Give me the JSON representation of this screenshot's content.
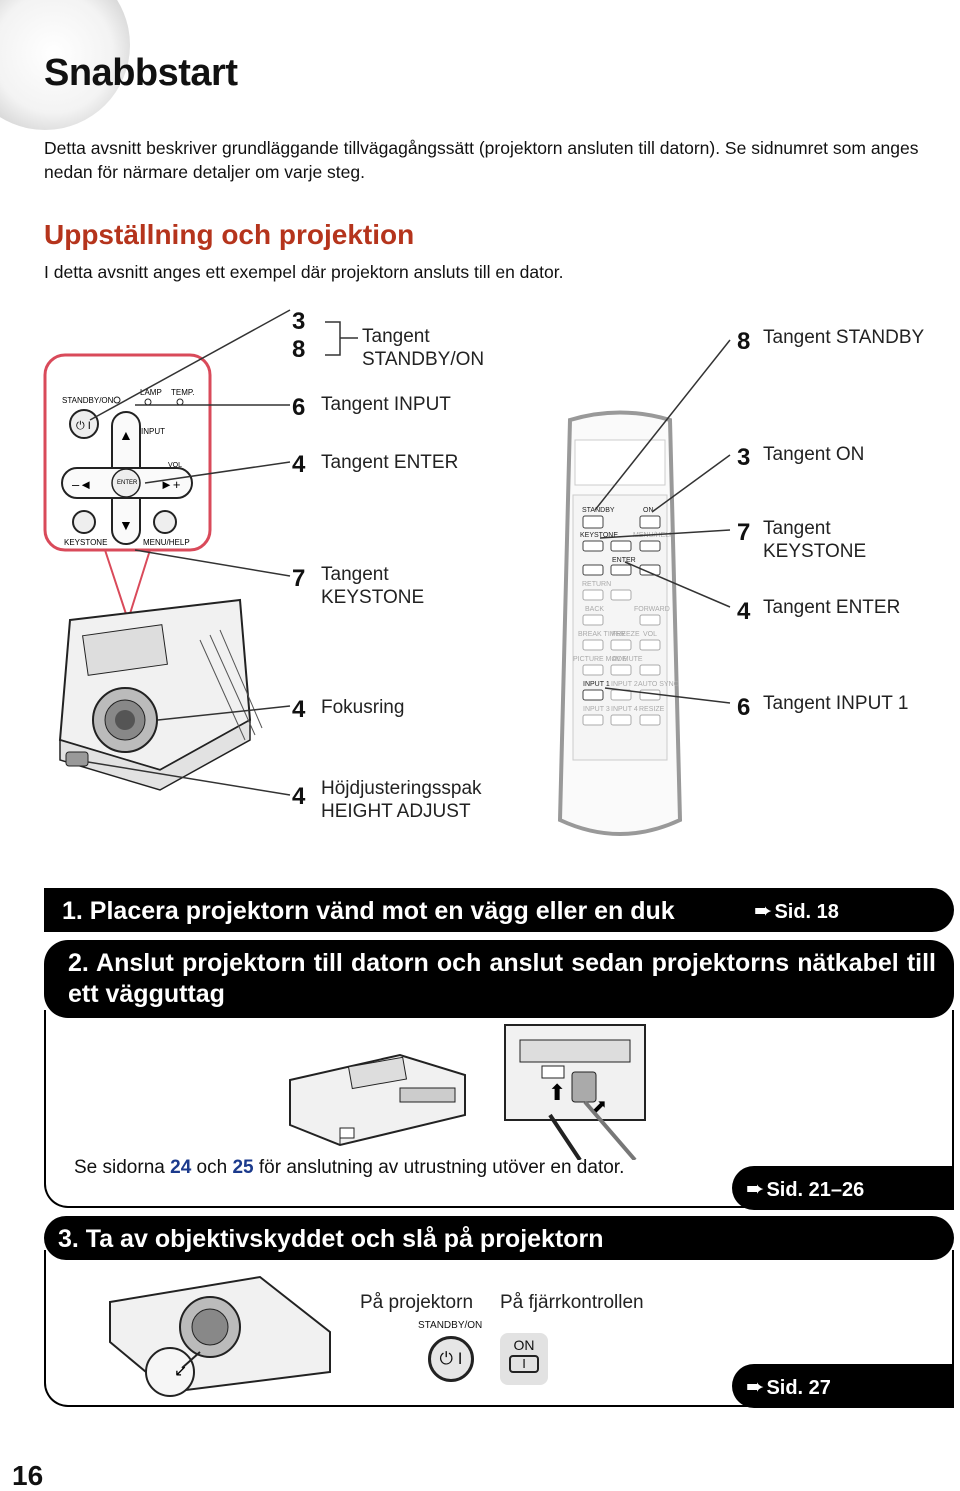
{
  "page": {
    "title": "Snabbstart",
    "intro": "Detta avsnitt beskriver grundläggande tillvägagångssätt (projektorn ansluten till datorn). Se sidnumret som anges nedan för närmare detaljer om varje steg.",
    "section_title": "Uppställning och projektion",
    "section_intro": "I detta avsnitt anges ett exempel där projektorn ansluts till en dator.",
    "page_number": "16"
  },
  "callouts_left": [
    {
      "num": "3",
      "label": ""
    },
    {
      "num": "8",
      "label": ""
    },
    {
      "num": "6",
      "label": "Tangent INPUT"
    },
    {
      "num": "4",
      "label": "Tangent ENTER"
    },
    {
      "num": "7",
      "label": "Tangent KEYSTONE"
    },
    {
      "num": "4",
      "label": "Fokusring"
    },
    {
      "num": "4",
      "label": "Höjdjusteringsspak HEIGHT ADJUST"
    }
  ],
  "standby_on_label": "Tangent STANDBY/ON",
  "callouts_right": [
    {
      "num": "8",
      "label": "Tangent STANDBY"
    },
    {
      "num": "3",
      "label": "Tangent ON"
    },
    {
      "num": "7",
      "label": "Tangent KEYSTONE"
    },
    {
      "num": "4",
      "label": "Tangent ENTER"
    },
    {
      "num": "6",
      "label": "Tangent INPUT 1"
    }
  ],
  "panel_labels": {
    "standby_on": "STANDBY/ON",
    "lamp": "LAMP",
    "temp": "TEMP.",
    "input": "INPUT",
    "vol": "VOL",
    "enter": "ENTER",
    "keystone": "KEYSTONE",
    "menu_help": "MENU/HELP"
  },
  "remote_labels": {
    "standby": "STANDBY",
    "on": "ON",
    "keystone": "KEYSTONE",
    "menu_help": "MENU/HELP",
    "enter": "ENTER",
    "return": "RETURN",
    "back": "BACK",
    "forward": "FORWARD",
    "break_timer": "BREAK TIMER",
    "freeze": "FREEZE",
    "vol": "VOL",
    "picture_mode": "PICTURE MODE",
    "av_mute": "AV MUTE",
    "input1": "INPUT 1",
    "input2": "INPUT 2",
    "auto_sync": "AUTO SYNC",
    "input3": "INPUT 3",
    "input4": "INPUT 4",
    "resize": "RESIZE"
  },
  "steps": [
    {
      "title": "1. Placera projektorn vänd mot en vägg eller en duk",
      "ref": "Sid. 18"
    },
    {
      "title": "2. Anslut projektorn till datorn och anslut sedan projektorns nätkabel till ett vägguttag",
      "ref": "Sid. 21–26"
    },
    {
      "title": "3. Ta av objektivskyddet och slå på projektorn",
      "ref": "Sid. 27"
    }
  ],
  "step2_note": {
    "pre": "Se sidorna ",
    "p1": "24",
    "mid": " och ",
    "p2": "25",
    "post": " för anslutning av utrustning utöver en dator."
  },
  "step3": {
    "on_projector": "På projektorn",
    "on_remote": "På fjärrkontrollen",
    "standby_on": "STANDBY/ON",
    "on": "ON"
  },
  "colors": {
    "accent_red": "#b5341c",
    "panel_outline": "#d94a5a",
    "link_blue": "#1b3a8c"
  }
}
